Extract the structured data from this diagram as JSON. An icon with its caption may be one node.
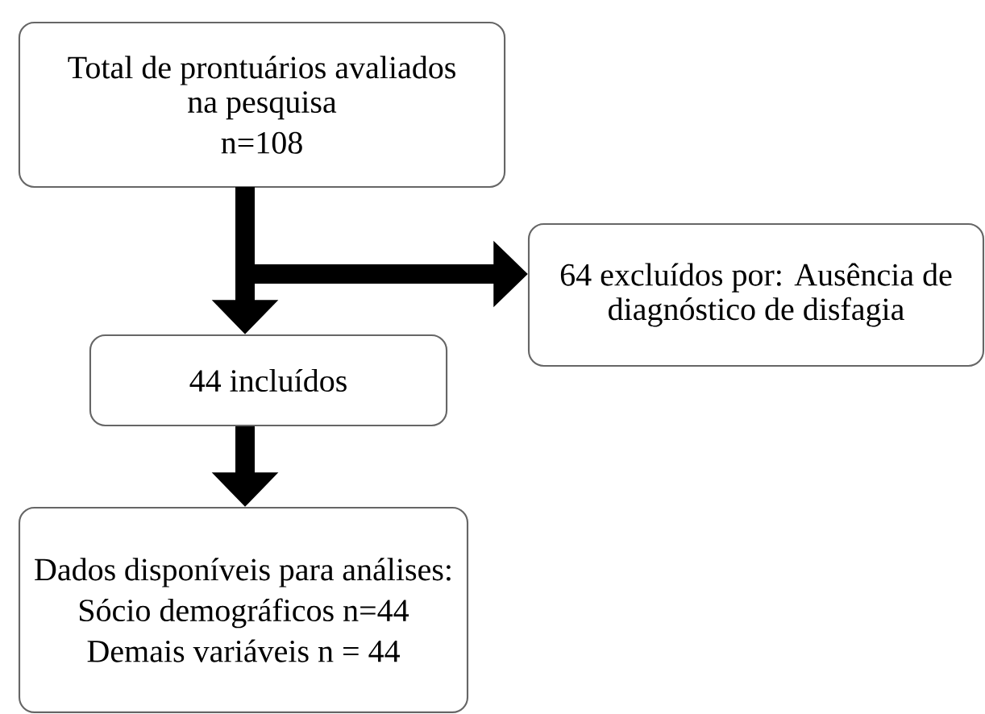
{
  "diagram": {
    "nodes": [
      {
        "text": [
          "Total de prontuários avaliados na pesquisa",
          "n=108"
        ]
      },
      {
        "text": [
          "64 excluídos por: Ausência de diagnóstico de disfagia"
        ]
      },
      {
        "text": [
          "44 incluídos"
        ]
      },
      {
        "text": [
          "Dados disponíveis para análises:",
          "Sócio demográficos n=44",
          "Demais variáveis n = 44"
        ]
      }
    ],
    "edges": [
      {
        "from": 0,
        "to": 2,
        "arrow": "to"
      },
      {
        "from": 0,
        "to": 1,
        "arrow": "to"
      },
      {
        "from": 2,
        "to": 3,
        "arrow": "to"
      }
    ]
  }
}
